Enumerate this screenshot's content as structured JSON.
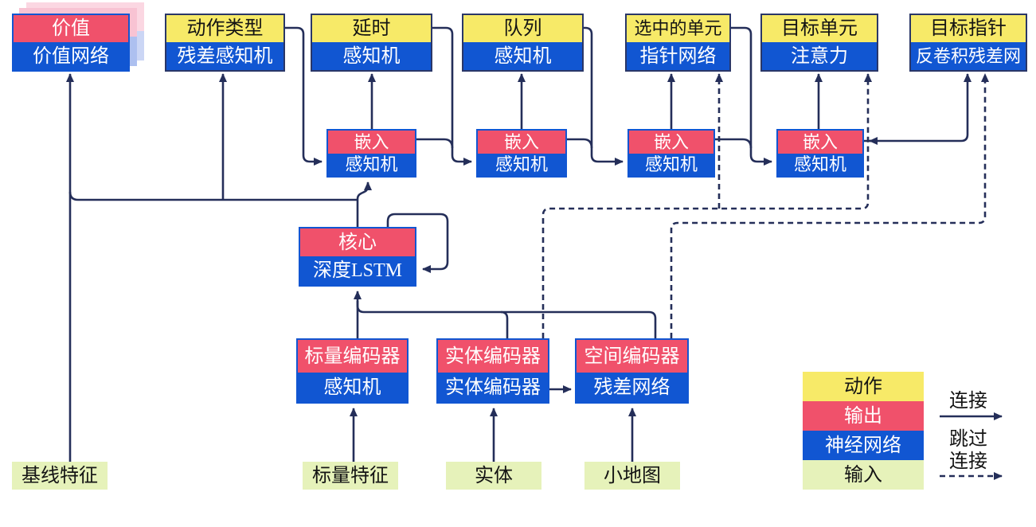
{
  "nodes": {
    "value": {
      "top": "价值",
      "bottom": "价值网络"
    },
    "action_type": {
      "top": "动作类型",
      "bottom": "残差感知机"
    },
    "delay": {
      "top": "延时",
      "bottom": "感知机"
    },
    "queue": {
      "top": "队列",
      "bottom": "感知机"
    },
    "selected_units": {
      "top": "选中的单元",
      "bottom": "指针网络"
    },
    "target_unit": {
      "top": "目标单元",
      "bottom": "注意力"
    },
    "target_pointer": {
      "top": "目标指针",
      "bottom": "反卷积残差网"
    },
    "embed1": {
      "top": "嵌入",
      "bottom": "感知机"
    },
    "embed2": {
      "top": "嵌入",
      "bottom": "感知机"
    },
    "embed3": {
      "top": "嵌入",
      "bottom": "感知机"
    },
    "embed4": {
      "top": "嵌入",
      "bottom": "感知机"
    },
    "core": {
      "top": "核心",
      "bottom": "深度LSTM"
    },
    "scalar_encoder": {
      "top": "标量编码器",
      "bottom": "感知机"
    },
    "entity_encoder": {
      "top": "实体编码器",
      "bottom": "实体编码器"
    },
    "spatial_encoder": {
      "top": "空间编码器",
      "bottom": "残差网络"
    },
    "baseline_features": {
      "label": "基线特征"
    },
    "scalar_features": {
      "label": "标量特征"
    },
    "entities": {
      "label": "实体"
    },
    "minimap": {
      "label": "小地图"
    }
  },
  "legend": {
    "action": "动作",
    "output": "输出",
    "network": "神经网络",
    "input": "输入",
    "connection": "连接",
    "skip_line1": "跳过",
    "skip_line2": "连接"
  },
  "edges": {
    "solid": [
      "基线特征→价值网络",
      "核心→价值网络",
      "核心→残差感知机",
      "核心→嵌入1",
      "核心→核心",
      "动作类型→嵌入1",
      "嵌入1→延时",
      "嵌入1→嵌入2",
      "延时→嵌入2",
      "嵌入2→队列",
      "嵌入2→嵌入3",
      "队列→嵌入3",
      "嵌入3→选中的单元",
      "嵌入3→嵌入4",
      "选中的单元→嵌入4",
      "嵌入4→目标单元",
      "嵌入4→目标指针",
      "标量编码器→核心",
      "实体编码器→核心",
      "空间编码器→核心",
      "实体编码器→残差网络",
      "标量特征→标量编码器",
      "实体→实体编码器",
      "小地图→空间编码器"
    ],
    "dashed_skip": [
      "实体编码器→指针网络",
      "实体编码器→注意力",
      "空间编码器→反卷积残差网"
    ]
  },
  "colors": {
    "action_yellow": "#F7EA68",
    "output_red": "#F0516B",
    "network_blue": "#1156D2",
    "input_green": "#E6F2BA",
    "wire_navy": "#242E59",
    "ghost_pink": "#F8C3D3",
    "ghost_lightblue": "#ADC0F0"
  }
}
